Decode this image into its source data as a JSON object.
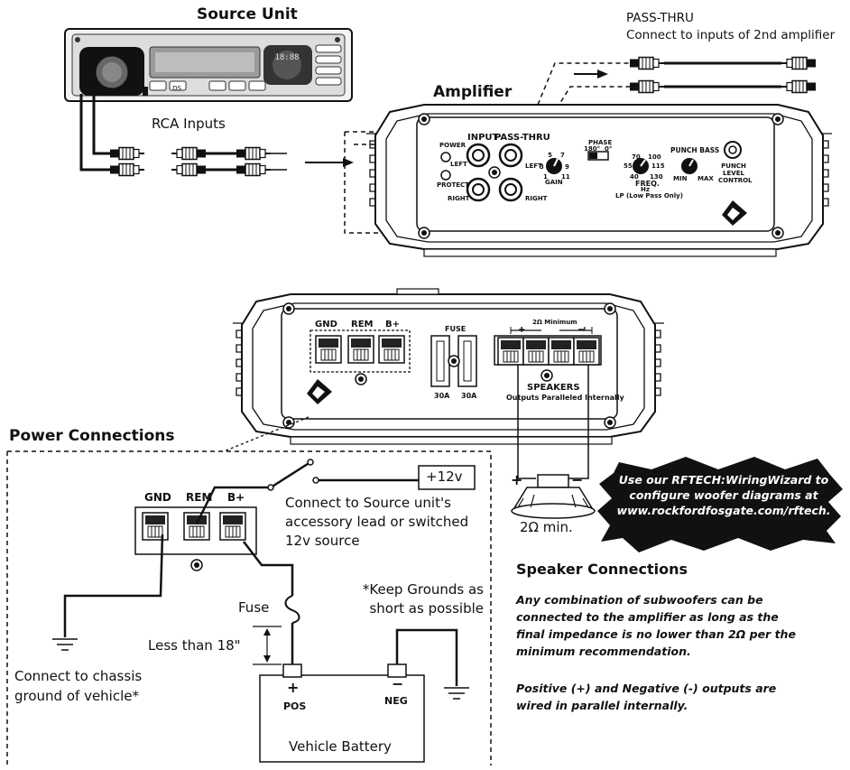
{
  "source_unit": {
    "title": "Source Unit",
    "display": "18:88",
    "model": "DS"
  },
  "rca_inputs": "RCA Inputs",
  "pass_thru": {
    "title": "PASS-THRU",
    "desc": "Connect to inputs of 2nd amplifier"
  },
  "amplifier": {
    "title": "Amplifier",
    "power": "POWER",
    "protect": "PROTECT",
    "input": "INPUT",
    "pass_thru": "PASS-THRU",
    "left": "LEFT",
    "right": "RIGHT",
    "left2": "LEFT",
    "right2": "RIGHT",
    "gain": "GAIN",
    "gain_ticks": [
      "5",
      "7",
      "3",
      "9",
      "1",
      "11"
    ],
    "phase": "PHASE",
    "phase_ticks": [
      "180°",
      "0°"
    ],
    "freq": "FREQ.",
    "hz": "Hz",
    "lp": "LP (Low Pass Only)",
    "freq_ticks": [
      "70",
      "100",
      "55",
      "115",
      "40",
      "130"
    ],
    "punch_bass": "PUNCH BASS",
    "min": "MIN",
    "max": "MAX",
    "punch_level": "PUNCH LEVEL CONTROL"
  },
  "amp_bottom": {
    "gnd": "GND",
    "rem": "REM",
    "bplus": "B+",
    "fuse": "FUSE",
    "fuse1": "30A",
    "fuse2": "30A",
    "min_imp": "2Ω Minimum",
    "plus": "+",
    "minus": "−",
    "speakers": "SPEAKERS",
    "outputs": "Outputs Paralleled Internally"
  },
  "power": {
    "title": "Power Connections",
    "gnd": "GND",
    "rem": "REM",
    "bplus": "B+",
    "plus12": "+12v",
    "source_lead": "Connect to Source unit's accessory lead or switched 12v source",
    "keep_grounds": "*Keep Grounds as short as possible",
    "fuse": "Fuse",
    "less18": "Less than 18\"",
    "chassis": "Connect to chassis ground of vehicle*",
    "pos_sign": "+",
    "pos": "POS",
    "neg_sign": "−",
    "neg": "NEG",
    "battery": "Vehicle Battery"
  },
  "speaker": {
    "plus": "+",
    "minus": "−",
    "min": "2Ω min.",
    "title": "Speaker Connections",
    "text1": "Any combination of subwoofers can be connected to the amplifier as long as the final impedance is no lower than 2Ω per the minimum recommendation.",
    "text2": "Positive (+) and Negative (-) outputs are wired in parallel internally."
  },
  "promo": "Use our RFTECH:WiringWizard to configure woofer diagrams at www.rockfordfosgate.com/rftech."
}
